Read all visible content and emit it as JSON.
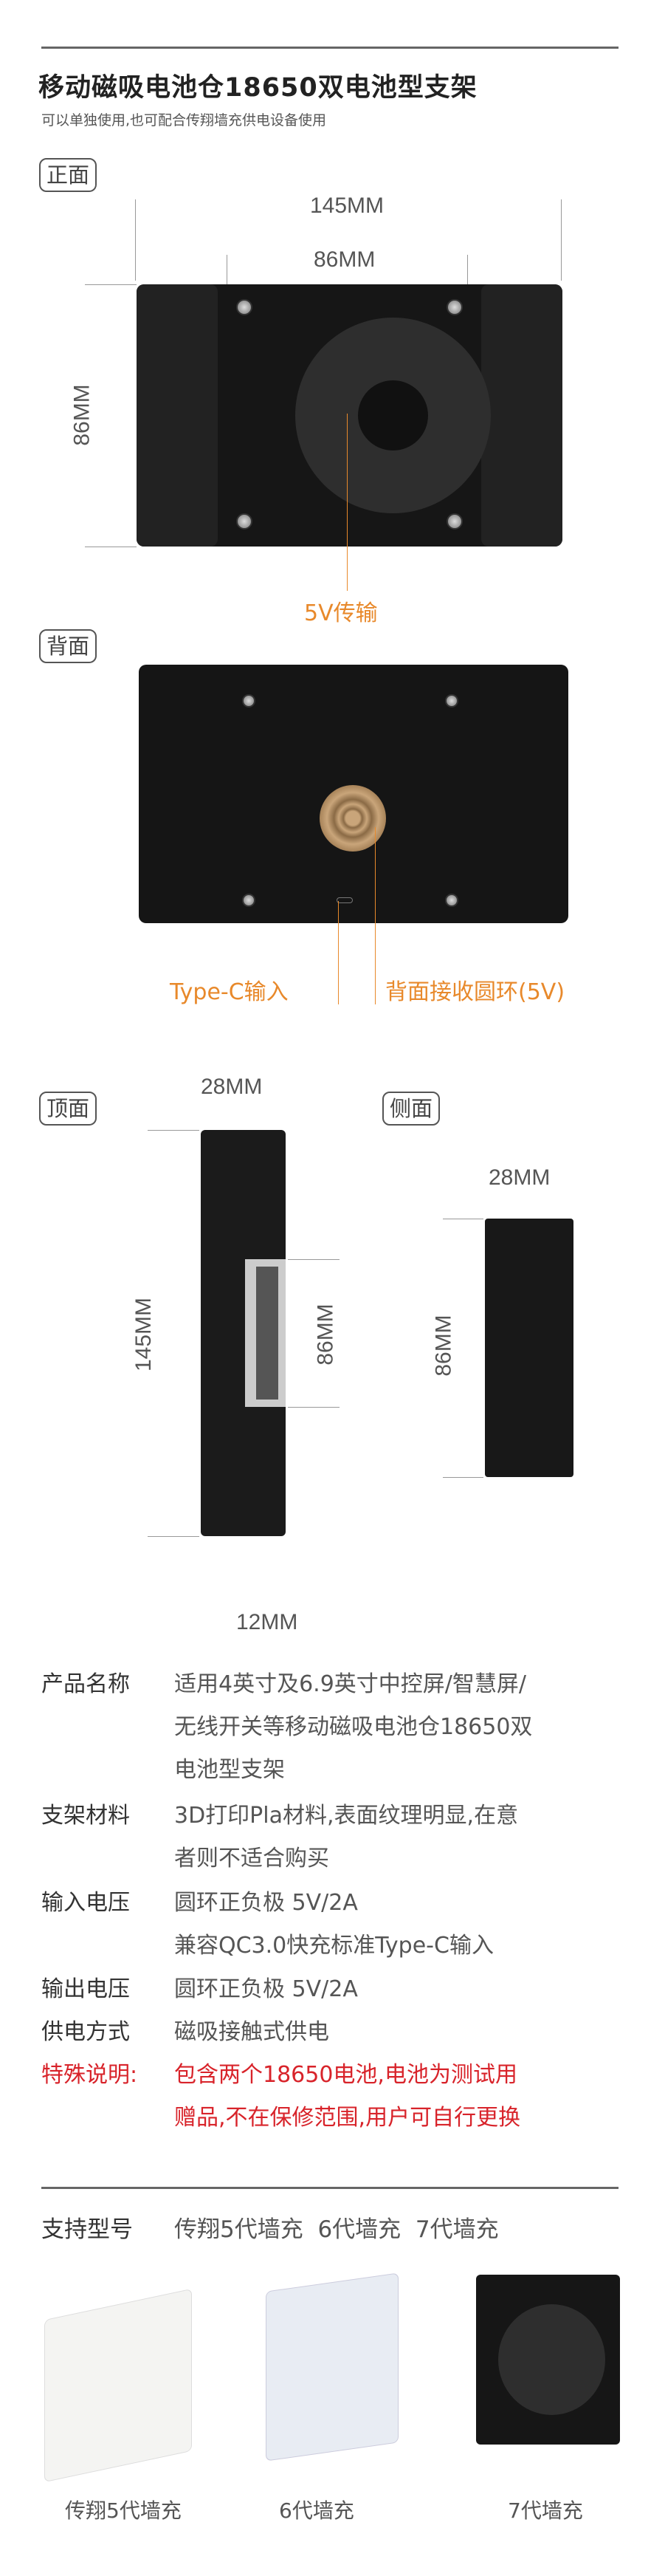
{
  "header": {
    "title": "移动磁吸电池仓18650双电池型支架",
    "subtitle": "可以单独使用,也可配合传翔墙充供电设备使用"
  },
  "front": {
    "badge": "正面",
    "width_outer": "145MM",
    "width_inner": "86MM",
    "height": "86MM",
    "note": "5V传输"
  },
  "back": {
    "badge": "背面",
    "typec": "Type-C输入",
    "ring": "背面接收圆环(5V)"
  },
  "top": {
    "badge": "顶面",
    "depth": "28MM",
    "length": "145MM",
    "inner": "86MM",
    "bottom": "12MM"
  },
  "side": {
    "badge": "侧面",
    "depth": "28MM",
    "height": "86MM"
  },
  "specs": [
    {
      "label": "产品名称",
      "lines": [
        "适用4英寸及6.9英寸中控屏/智慧屏/",
        "无线开关等移动磁吸电池仓18650双",
        "电池型支架"
      ]
    },
    {
      "label": "支架材料",
      "lines": [
        "3D打印Pla材料,表面纹理明显,在意",
        "者则不适合购买"
      ]
    },
    {
      "label": "输入电压",
      "lines": [
        "圆环正负极 5V/2A",
        "兼容QC3.0快充标准Type-C输入"
      ]
    },
    {
      "label": "输出电压",
      "lines": [
        "圆环正负极 5V/2A"
      ]
    },
    {
      "label": "供电方式",
      "lines": [
        "磁吸接触式供电"
      ]
    },
    {
      "label": "特殊说明:",
      "lines": [
        "包含两个18650电池,电池为测试用",
        "赠品,不在保修范围,用户可自行更换"
      ]
    }
  ],
  "models": {
    "label": "支持型号",
    "items": [
      "传翔5代墙充",
      "6代墙充",
      "7代墙充"
    ]
  },
  "colors": {
    "accent": "#e8892b",
    "warning": "#d8232a"
  }
}
